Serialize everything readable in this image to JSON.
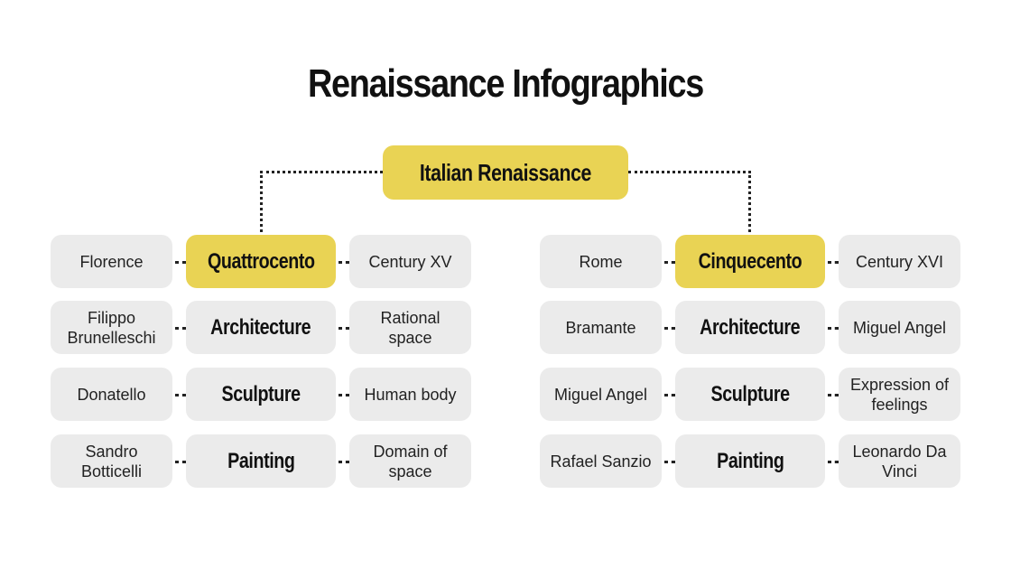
{
  "title": "Renaissance Infographics",
  "root": "Italian Renaissance",
  "colors": {
    "accent": "#e9d354",
    "box": "#ebebeb"
  },
  "groups": [
    {
      "period": {
        "left": "Florence",
        "center": "Quattrocento",
        "right": "Century XV"
      },
      "rows": [
        {
          "left": "Filippo Brunelleschi",
          "center": "Architecture",
          "right": "Rational space"
        },
        {
          "left": "Donatello",
          "center": "Sculpture",
          "right": "Human body"
        },
        {
          "left": "Sandro Botticelli",
          "center": "Painting",
          "right": "Domain of space"
        }
      ]
    },
    {
      "period": {
        "left": "Rome",
        "center": "Cinquecento",
        "right": "Century XVI"
      },
      "rows": [
        {
          "left": "Bramante",
          "center": "Architecture",
          "right": "Miguel Angel"
        },
        {
          "left": "Miguel Angel",
          "center": "Sculpture",
          "right": "Expression of feelings"
        },
        {
          "left": "Rafael Sanzio",
          "center": "Painting",
          "right": "Leonardo Da Vinci"
        }
      ]
    }
  ]
}
